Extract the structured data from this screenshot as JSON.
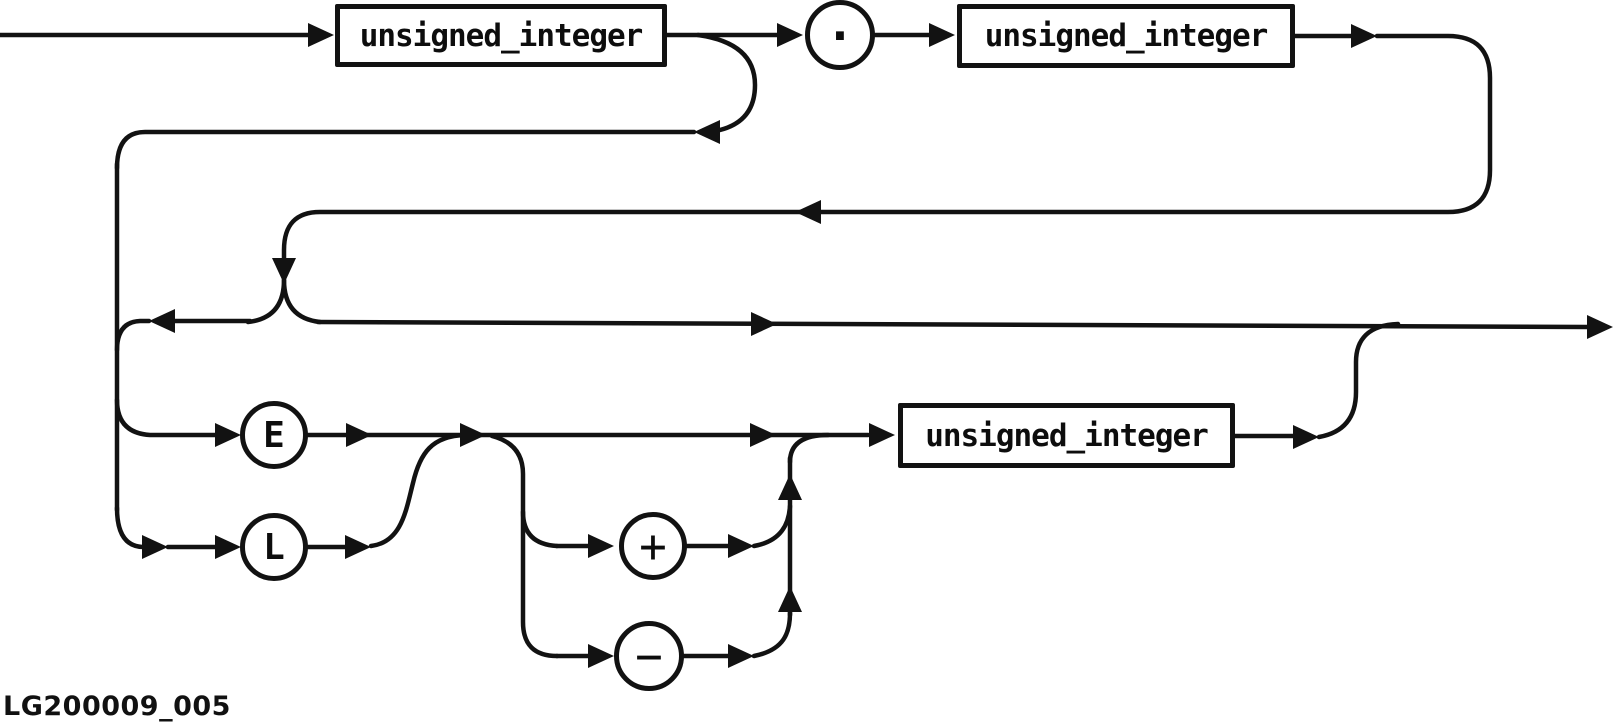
{
  "diagram": {
    "kind": "railroad-syntax-diagram",
    "background": "#ffffff",
    "line_color": "#121212",
    "caption": "LG200009_005",
    "nodes": [
      {
        "id": "whole-part",
        "type": "box",
        "label": "unsigned_integer"
      },
      {
        "id": "decimal-point",
        "type": "circle",
        "label": "."
      },
      {
        "id": "fraction-part",
        "type": "box",
        "label": "unsigned_integer"
      },
      {
        "id": "exponent-e",
        "type": "circle",
        "label": "E"
      },
      {
        "id": "exponent-l",
        "type": "circle",
        "label": "L"
      },
      {
        "id": "plus-sign",
        "type": "circle",
        "label": "+"
      },
      {
        "id": "minus-sign",
        "type": "circle",
        "label": "−"
      },
      {
        "id": "exponent-value",
        "type": "box",
        "label": "unsigned_integer"
      }
    ]
  }
}
